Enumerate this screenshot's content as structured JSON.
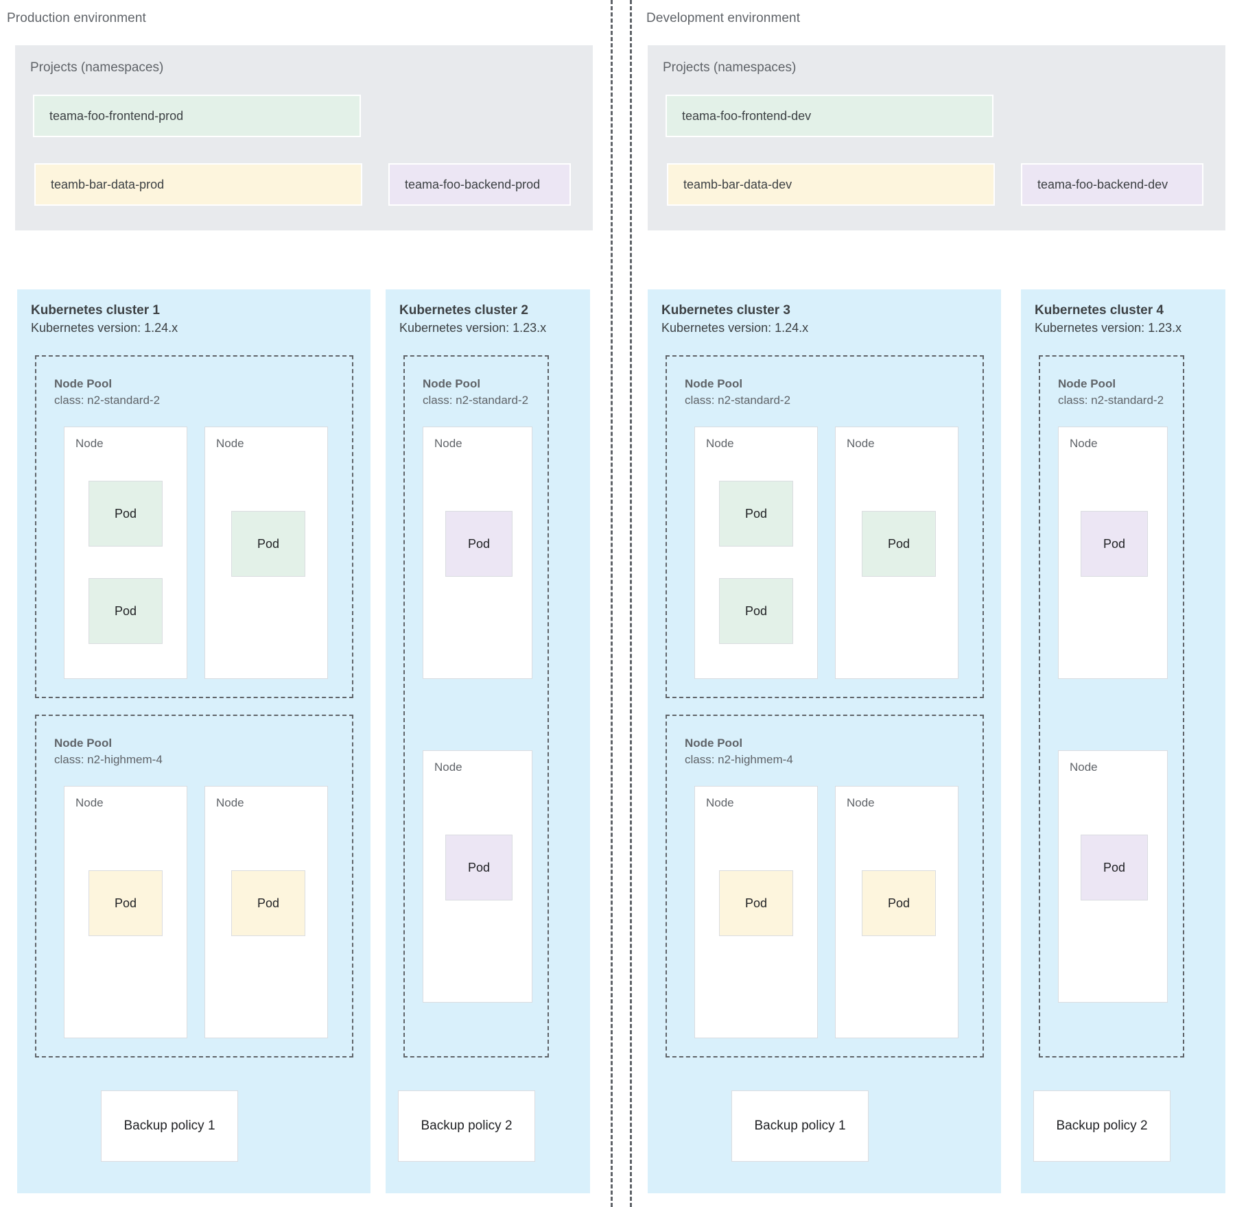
{
  "colors": {
    "cluster_bg": "#d9f0fb",
    "projects_bg": "#e8eaed",
    "pod_green": "#e3f1e8",
    "pod_yellow": "#fdf5dd",
    "pod_purple": "#ece6f4",
    "node_border": "#dadce0",
    "dashed_stroke": "#5f6368",
    "text": "#3c4043",
    "text_muted": "#5f6368",
    "page_bg": "#ffffff"
  },
  "divider": {
    "name": "environment-divider",
    "style": "vertical-dashed"
  },
  "environments": [
    {
      "title": "Production environment",
      "projects": {
        "label": "Projects (namespaces)",
        "namespaces": [
          {
            "name": "teama-foo-frontend-prod",
            "color": "green"
          },
          {
            "name": "teamb-bar-data-prod",
            "color": "yellow"
          },
          {
            "name": "teama-foo-backend-prod",
            "color": "purple"
          }
        ]
      },
      "clusters": [
        {
          "title": "Kubernetes cluster 1",
          "version": "Kubernetes version: 1.24.x",
          "backup_policy": "Backup policy 1",
          "node_pools": [
            {
              "title": "Node Pool",
              "class": "class: n2-standard-2",
              "nodes": [
                {
                  "label": "Node",
                  "pods": [
                    {
                      "label": "Pod",
                      "color": "green"
                    },
                    {
                      "label": "Pod",
                      "color": "green"
                    }
                  ]
                },
                {
                  "label": "Node",
                  "pods": [
                    {
                      "label": "Pod",
                      "color": "green"
                    }
                  ]
                }
              ]
            },
            {
              "title": "Node Pool",
              "class": "class: n2-highmem-4",
              "nodes": [
                {
                  "label": "Node",
                  "pods": [
                    {
                      "label": "Pod",
                      "color": "yellow"
                    }
                  ]
                },
                {
                  "label": "Node",
                  "pods": [
                    {
                      "label": "Pod",
                      "color": "yellow"
                    }
                  ]
                }
              ]
            }
          ]
        },
        {
          "title": "Kubernetes cluster 2",
          "version": "Kubernetes version: 1.23.x",
          "backup_policy": "Backup policy 2",
          "node_pools": [
            {
              "title": "Node Pool",
              "class": "class: n2-standard-2",
              "nodes": [
                {
                  "label": "Node",
                  "pods": [
                    {
                      "label": "Pod",
                      "color": "purple"
                    }
                  ]
                },
                {
                  "label": "Node",
                  "pods": [
                    {
                      "label": "Pod",
                      "color": "purple"
                    }
                  ]
                }
              ]
            }
          ]
        }
      ]
    },
    {
      "title": "Development environment",
      "projects": {
        "label": "Projects (namespaces)",
        "namespaces": [
          {
            "name": "teama-foo-frontend-dev",
            "color": "green"
          },
          {
            "name": "teamb-bar-data-dev",
            "color": "yellow"
          },
          {
            "name": "teama-foo-backend-dev",
            "color": "purple"
          }
        ]
      },
      "clusters": [
        {
          "title": "Kubernetes cluster 3",
          "version": "Kubernetes version: 1.24.x",
          "backup_policy": "Backup policy 1",
          "node_pools": [
            {
              "title": "Node Pool",
              "class": "class: n2-standard-2",
              "nodes": [
                {
                  "label": "Node",
                  "pods": [
                    {
                      "label": "Pod",
                      "color": "green"
                    },
                    {
                      "label": "Pod",
                      "color": "green"
                    }
                  ]
                },
                {
                  "label": "Node",
                  "pods": [
                    {
                      "label": "Pod",
                      "color": "green"
                    }
                  ]
                }
              ]
            },
            {
              "title": "Node Pool",
              "class": "class: n2-highmem-4",
              "nodes": [
                {
                  "label": "Node",
                  "pods": [
                    {
                      "label": "Pod",
                      "color": "yellow"
                    }
                  ]
                },
                {
                  "label": "Node",
                  "pods": [
                    {
                      "label": "Pod",
                      "color": "yellow"
                    }
                  ]
                }
              ]
            }
          ]
        },
        {
          "title": "Kubernetes cluster 4",
          "version": "Kubernetes version: 1.23.x",
          "backup_policy": "Backup policy 2",
          "node_pools": [
            {
              "title": "Node Pool",
              "class": "class: n2-standard-2",
              "nodes": [
                {
                  "label": "Node",
                  "pods": [
                    {
                      "label": "Pod",
                      "color": "purple"
                    }
                  ]
                },
                {
                  "label": "Node",
                  "pods": [
                    {
                      "label": "Pod",
                      "color": "purple"
                    }
                  ]
                }
              ]
            }
          ]
        }
      ]
    }
  ]
}
